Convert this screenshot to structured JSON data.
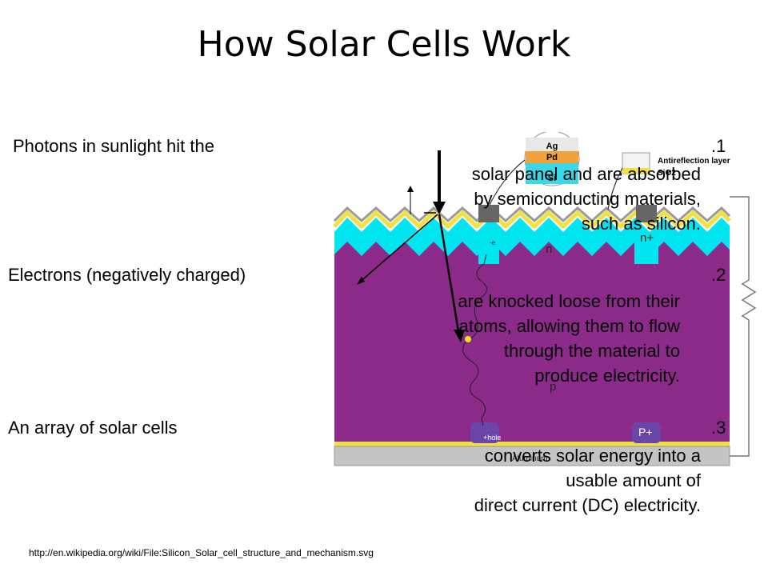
{
  "title": "How Solar Cells Work",
  "steps": [
    {
      "lead": "Photons in sunlight hit the",
      "number": ".1",
      "lines": [
        "solar panel and are absorbed",
        "by semiconducting materials,",
        "such as silicon."
      ]
    },
    {
      "lead": "Electrons (negatively charged)",
      "number": ".2",
      "lines": [
        "are knocked loose from their",
        "atoms, allowing them to flow",
        "through the material to",
        "produce electricity."
      ]
    },
    {
      "lead": "An array of solar cells",
      "number": ".3",
      "lines": [
        "converts solar energy into a",
        "usable amount of",
        "direct current (DC) electricity."
      ]
    }
  ],
  "diagram": {
    "contact_layers": [
      "Ag",
      "Pd",
      "Si"
    ],
    "antireflection_label": "Antireflection layer",
    "sio2_label": "SiO2",
    "n_label": "n",
    "n_plus_label": "n+",
    "p_label": "p",
    "p_plus_label": "P+",
    "hole_label": "+hole",
    "electron_label": "-e",
    "aluminum_label": "Aluminum",
    "colors": {
      "substrate": "#8b2a88",
      "n_layer": "#00e6f0",
      "contact": "#666666",
      "aluminum": "#c4c4c4",
      "sio2": "#f0e040",
      "ag": "#e8e8e8",
      "pd": "#f2a23a",
      "si": "#38d8e8"
    }
  },
  "source_url": "http://en.wikipedia.org/wiki/File:Silicon_Solar_cell_structure_and_mechanism.svg"
}
